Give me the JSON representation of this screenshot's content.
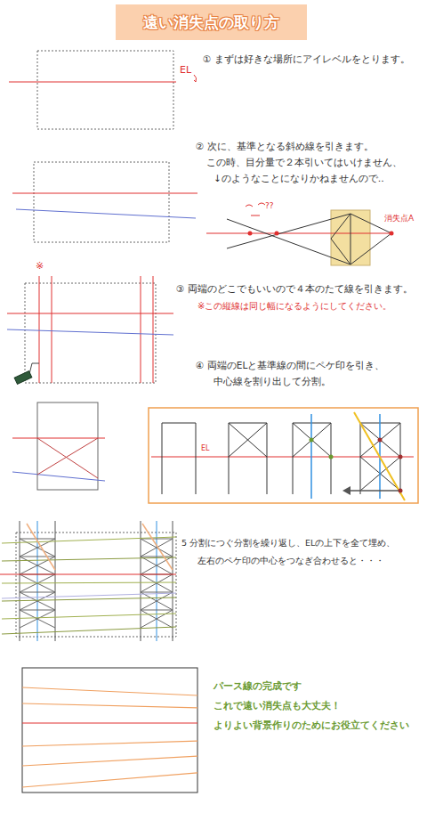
{
  "diagram": {
    "nodes": [
      {
        "text": [
          "遠い消失点の取り方"
        ]
      }
    ],
    "labels": [
      "EL",
      "① まずは好きな場所にアイレベルをとります。",
      "② 次に、基準となる斜め線を引きます。",
      "この時、目分量で２本引いてはいけません、",
      "↓のようなことになりかねませんので‥",
      "??",
      "消失点A",
      "※",
      "③ 両端のどこでもいいので４本のたて線を引きます。",
      "※この縦線は同じ幅になるようにしてください。",
      "④ 両端のELと基準線の間にペケ印を引き、",
      "中心線を割り出して分割。",
      "EL",
      "5 分割につぐ分割を繰り返し、ELの上下を全て埋め、",
      "左右のペケ印の中心をつなぎ合わせると・・・",
      "パース線の完成です",
      "これで遠い消失点も大丈夫！",
      "よりよい背景作りのためにお役立てください"
    ]
  }
}
